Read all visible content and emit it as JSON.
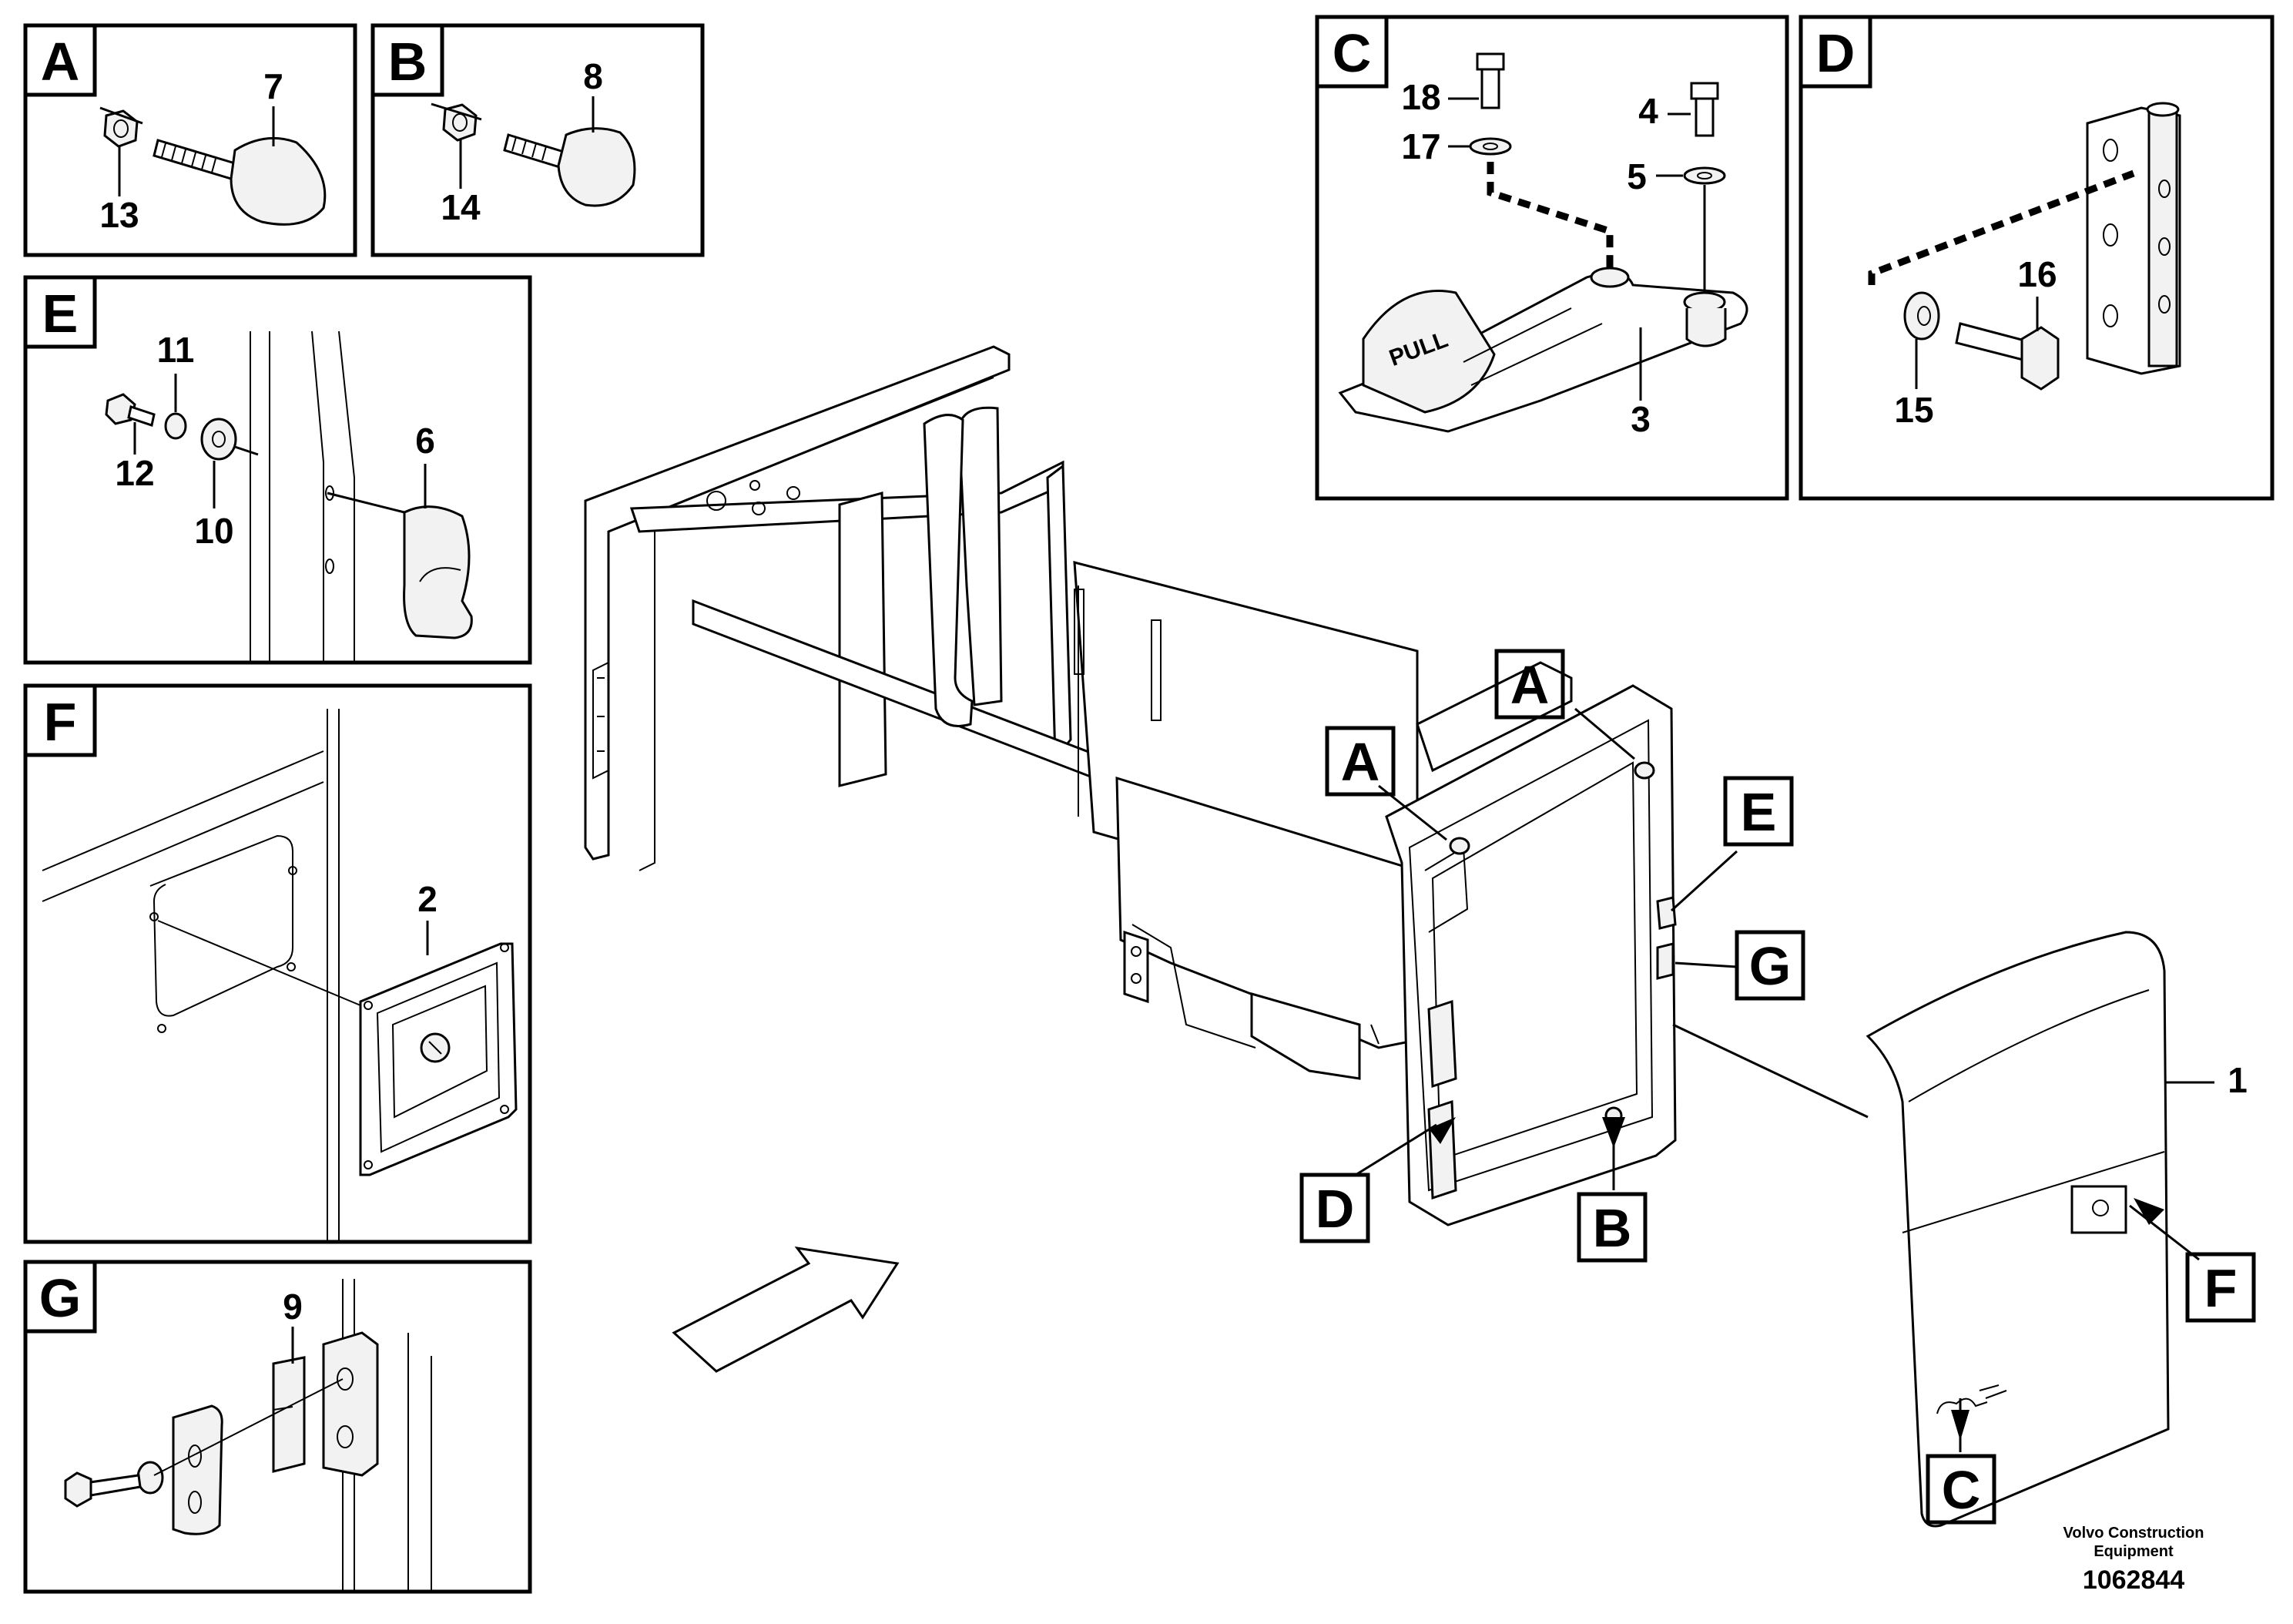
{
  "panels": {
    "A": {
      "letter": "A",
      "parts": [
        "7",
        "13"
      ]
    },
    "B": {
      "letter": "B",
      "parts": [
        "8",
        "14"
      ]
    },
    "C": {
      "letter": "C",
      "parts": [
        "18",
        "17",
        "4",
        "5",
        "3"
      ],
      "handle_text": "PULL"
    },
    "D": {
      "letter": "D",
      "parts": [
        "16",
        "15"
      ]
    },
    "E": {
      "letter": "E",
      "parts": [
        "11",
        "12",
        "10",
        "6"
      ]
    },
    "F": {
      "letter": "F",
      "parts": [
        "2"
      ]
    },
    "G": {
      "letter": "G",
      "parts": [
        "9"
      ]
    }
  },
  "main": {
    "callouts": [
      "A",
      "A",
      "E",
      "G",
      "D",
      "B",
      "F",
      "C"
    ],
    "door_part": "1"
  },
  "footer": {
    "brand_line_1": "Volvo Construction",
    "brand_line_2": "Equipment",
    "drawing_number": "1062844"
  }
}
